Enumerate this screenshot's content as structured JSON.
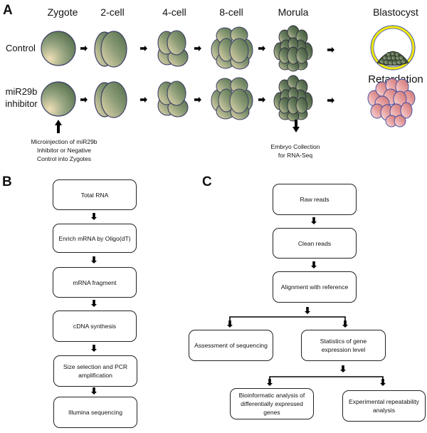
{
  "panel_a": {
    "letter": "A",
    "stages": [
      "Zygote",
      "2-cell",
      "4-cell",
      "8-cell",
      "Morula",
      "Blastocyst"
    ],
    "rows": [
      {
        "label": "Control",
        "outcome": "Blastocyst"
      },
      {
        "label_line1": "miR29b",
        "label_line2": "inhibitor",
        "outcome": "Retardation"
      }
    ],
    "retardation_label": "Retardation",
    "microinjection_note": [
      "Microinjection of miR29b",
      "Inhibitor or Negative",
      "Control into Zygotes"
    ],
    "collection_note": [
      "Embryo Collection",
      "for RNA-Seq"
    ],
    "colors": {
      "embryo_green": "#5f7a55",
      "embryo_highlight": "#e8d9b0",
      "embryo_outline": "#3c3e66",
      "blastocyst_ring": "#f0e800",
      "retardation_pink": "#e89a9a"
    }
  },
  "panel_b": {
    "letter": "B",
    "steps": [
      "Total RNA",
      "Enrich mRNA by Oligo(dT)",
      "mRNA fragment",
      "cDNA synthesis",
      "Size selection and PCR amplification",
      "Illumina sequencing"
    ]
  },
  "panel_c": {
    "letter": "C",
    "steps": [
      "Raw reads",
      "Clean reads",
      "Alignment with reference"
    ],
    "branch1": [
      "Assessment of sequencing",
      "Statistics of gene expression level"
    ],
    "branch2": [
      "Bioinformatic analysis of differentially expressed genes",
      "Experimental repeatability analysis"
    ]
  }
}
